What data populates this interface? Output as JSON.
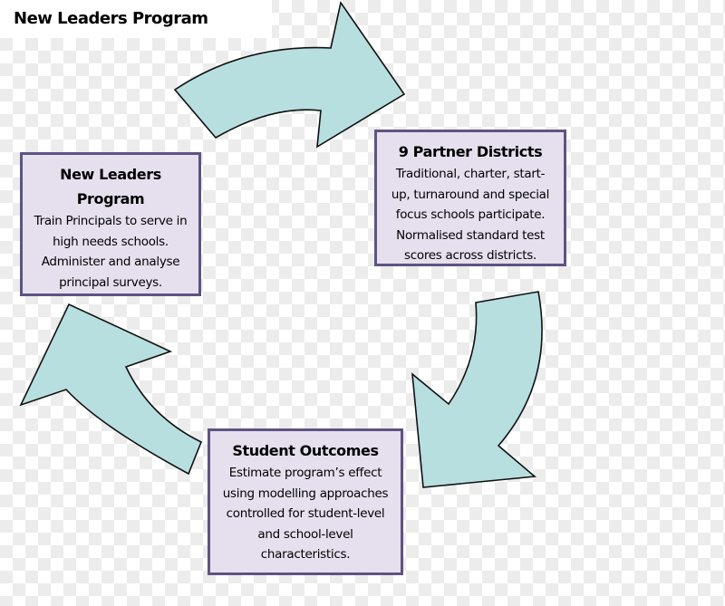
{
  "title": "New Leaders Program",
  "colors": {
    "arrow_fill": "#b8dfe0",
    "arrow_stroke": "#111111",
    "box_fill": "#e6e0ee",
    "box_border": "#5f5383"
  },
  "nodes": [
    {
      "id": "new-leaders-program",
      "heading": "New Leaders Program",
      "heading_lines": [
        "New Leaders",
        "Program"
      ],
      "body_lines": [
        "Train Principals to serve in",
        "high needs schools.",
        "Administer and analyse",
        "principal surveys."
      ]
    },
    {
      "id": "partner-districts",
      "heading": "9 Partner Districts",
      "heading_lines": [
        "9 Partner Districts"
      ],
      "body_lines": [
        "Traditional, charter, start-",
        "up, turnaround and special",
        "focus schools participate.",
        "Normalised standard test",
        "scores across districts."
      ]
    },
    {
      "id": "student-outcomes",
      "heading": "Student Outcomes",
      "heading_lines": [
        "Student Outcomes"
      ],
      "body_lines": [
        "Estimate program’s effect",
        "using modelling approaches",
        "controlled for student-level",
        "and school-level",
        "characteristics."
      ]
    }
  ],
  "edges": [
    {
      "from": "new-leaders-program",
      "to": "partner-districts",
      "style": "curved-block-arrow"
    },
    {
      "from": "partner-districts",
      "to": "student-outcomes",
      "style": "curved-block-arrow"
    },
    {
      "from": "student-outcomes",
      "to": "new-leaders-program",
      "style": "curved-block-arrow"
    }
  ]
}
